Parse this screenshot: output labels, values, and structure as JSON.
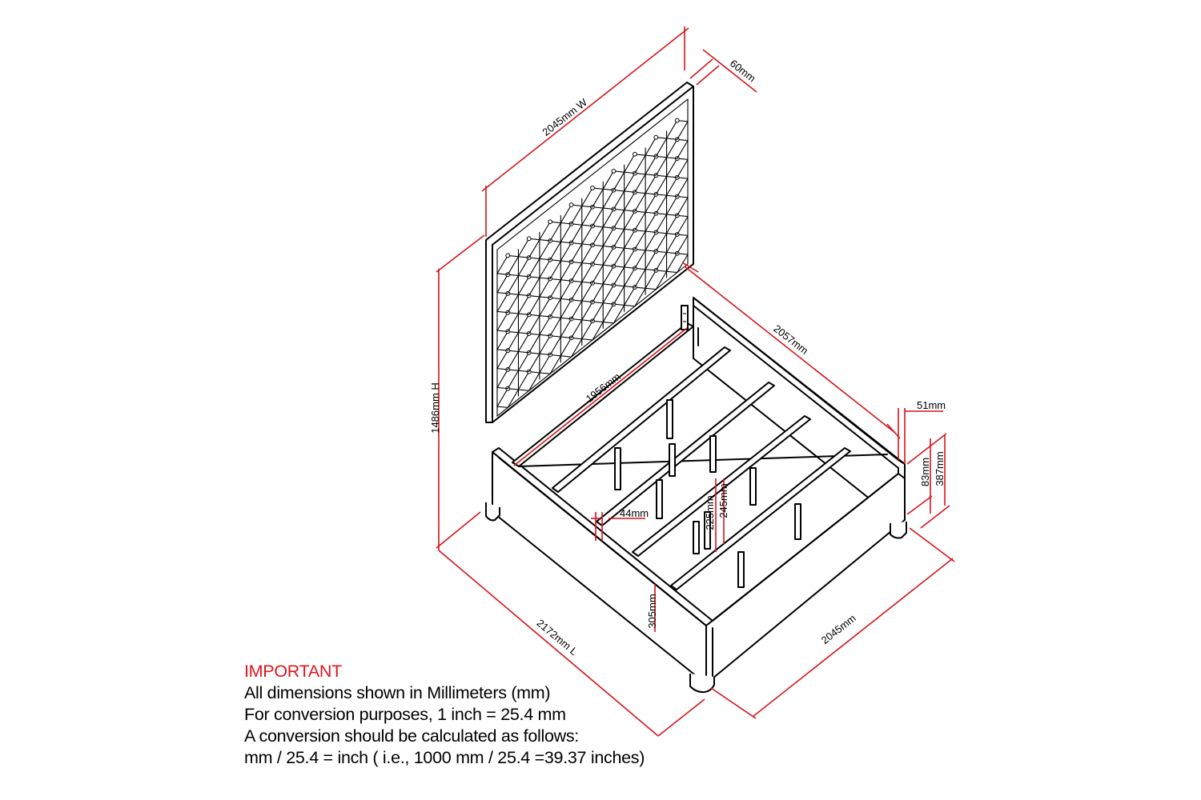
{
  "dimensions": {
    "headboard_width": "2045mm W",
    "headboard_thickness": "60mm",
    "overall_height": "1486mm H",
    "side_rail_length": "2057mm",
    "inner_length": "1956mm",
    "overall_length": "2172mm L",
    "footboard_width": "2045mm",
    "rail_thickness": "51mm",
    "rail_height": "83mm",
    "rail_top_height": "387mm",
    "slat_width": "44mm",
    "support_leg_height": "225mm",
    "support_total_height": "245mm",
    "side_height": "305mm"
  },
  "notes": {
    "title": "IMPORTANT",
    "lines": [
      "All dimensions shown in Millimeters (mm)",
      "For conversion purposes, 1 inch = 25.4 mm",
      "A conversion should be calculated as follows:",
      "mm / 25.4 = inch ( i.e., 1000 mm / 25.4 =39.37 inches)"
    ]
  },
  "colors": {
    "dimension_lines": "#d4141b",
    "note_title": "#e0141b",
    "outline": "#000000"
  }
}
